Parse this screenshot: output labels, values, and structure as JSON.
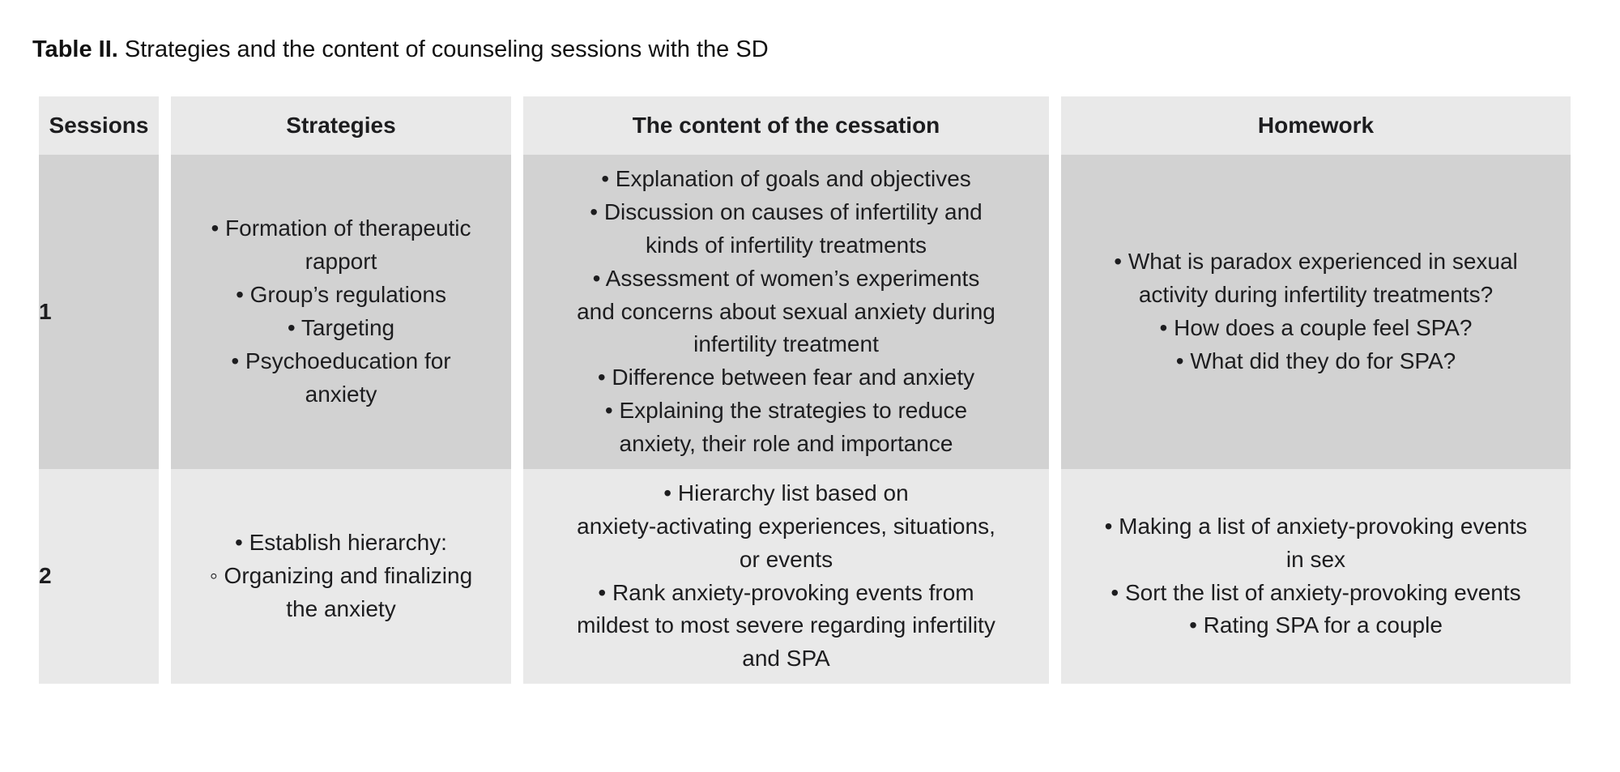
{
  "title": {
    "label": "Table II.",
    "text": "Strategies and the content of counseling sessions with the SD"
  },
  "table": {
    "headers": {
      "sessions": "Sessions",
      "strategies": "Strategies",
      "content": "The content of the cessation",
      "homework": "Homework"
    },
    "rows": [
      {
        "session": "1",
        "strategies": [
          "• Formation of therapeutic\nrapport",
          "• Group’s regulations",
          "• Targeting",
          "• Psychoeducation for\nanxiety"
        ],
        "content": [
          "• Explanation of goals and objectives",
          "• Discussion on causes of infertility and\nkinds of infertility treatments",
          "• Assessment of women’s experiments\nand concerns about sexual anxiety during\ninfertility treatment",
          "• Difference between fear and anxiety",
          "• Explaining the strategies to reduce\nanxiety, their role and importance"
        ],
        "homework": [
          "• What is paradox experienced in sexual\nactivity during infertility treatments?",
          "• How does a couple feel SPA?",
          "• What did they do for SPA?"
        ]
      },
      {
        "session": "2",
        "strategies": [
          "• Establish hierarchy:",
          "◦ Organizing and finalizing\nthe anxiety"
        ],
        "content": [
          "• Hierarchy list based on\nanxiety-activating experiences, situations,\nor events",
          "• Rank anxiety-provoking events from\nmildest to most severe regarding infertility\nand SPA"
        ],
        "homework": [
          "• Making a list of anxiety-provoking events\nin sex",
          "• Sort the list of anxiety-provoking events",
          "• Rating SPA for a couple"
        ]
      }
    ],
    "colors": {
      "header_bg": "#e9e9e9",
      "row_odd_bg": "#d2d2d2",
      "row_even_bg": "#e9e9e9",
      "text": "#1d1d1f"
    }
  }
}
